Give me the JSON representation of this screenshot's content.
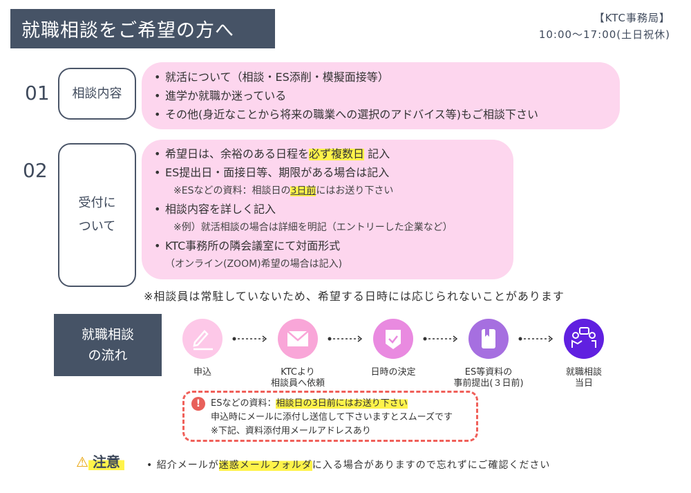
{
  "title": "就職相談をご希望の方へ",
  "office": {
    "name": "【KTC事務局】",
    "hours": "10:00〜17:00(土日祝休)"
  },
  "section1": {
    "number": "01",
    "label": "相談内容",
    "items": [
      "就活について（相談・ES添削・模擬面接等）",
      "進学か就職か迷っている",
      "その他(身近なことから将来の職業への選択のアドバイス等)もご相談下さい"
    ]
  },
  "section2": {
    "number": "02",
    "label_line1": "受付に",
    "label_line2": "ついて",
    "item1_pre": "希望日は、余裕のある日程を",
    "item1_hl": "必ず複数日",
    "item1_post": " 記入",
    "item2": "ES提出日・面接日等、期限がある場合は記入",
    "item2_sub_pre": "※ESなどの資料：相談日の",
    "item2_sub_hl": "3日前",
    "item2_sub_post": "にはお送り下さい",
    "item3": "相談内容を詳しく記入",
    "item3_sub": "※例）就活相談の場合は詳細を明記（エントリーした企業など）",
    "item4": "KTC事務所の隣会議室にて対面形式",
    "item4_sub": "（オンライン(ZOOM)希望の場合は記入)"
  },
  "note": "※相談員は常駐していないため、希望する日時には応じられないことがあります",
  "flow": {
    "label_line1": "就職相談",
    "label_line2": "の流れ",
    "steps": [
      {
        "l1": "申込",
        "l2": "",
        "color": "#fdc8e8",
        "icon": "pencil-icon"
      },
      {
        "l1": "KTCより",
        "l2": "相談員へ依頼",
        "color": "#f9a6d8",
        "icon": "mail-icon"
      },
      {
        "l1": "日時の決定",
        "l2": "",
        "color": "#e98ae0",
        "icon": "check-icon"
      },
      {
        "l1": "ES等資料の",
        "l2": "事前提出(３日前)",
        "color": "#a66fe0",
        "icon": "document-icon"
      },
      {
        "l1": "就職相談",
        "l2": "当日",
        "color": "#6020e0",
        "icon": "consultation-icon"
      }
    ]
  },
  "alert": {
    "pre": "ESなどの資料：",
    "hl": "相談日の3日前にはお送り下さい",
    "line2": "申込時にメールに添付し送信して下さいますとスムーズです",
    "line3": "※下記、資料添付用メールアドレスあり"
  },
  "caution": {
    "label": "注意",
    "text_pre": "• 紹介メールが",
    "text_hl": "迷惑メールフォルダ",
    "text_post": "に入る場合がありますので忘れずにご確認ください"
  }
}
